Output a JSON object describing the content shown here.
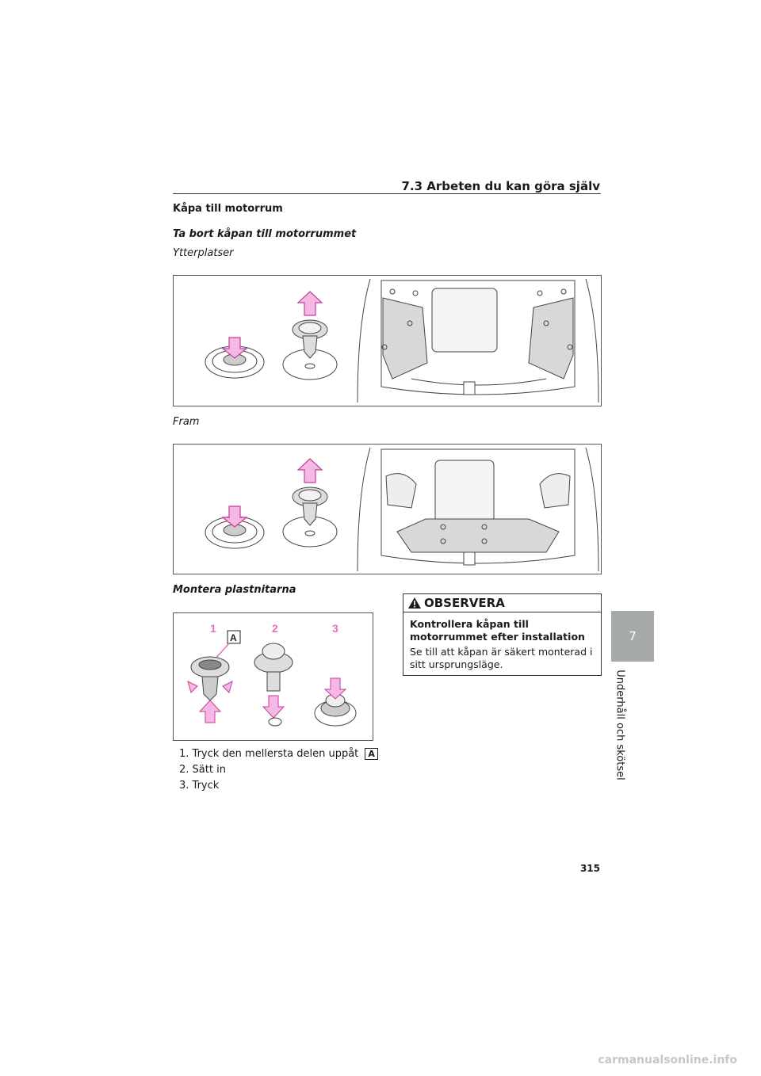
{
  "header": {
    "section_title": "7.3  Arbeten du kan göra själv"
  },
  "content": {
    "section_heading": "Kåpa till motorrum",
    "subheading": "Ta bort kåpan till motorrummet",
    "label_outer": "Ytterplatser",
    "label_front": "Fram",
    "install_heading": "Montera plastnitarna",
    "figure_steps_labels": [
      "1",
      "2",
      "3"
    ],
    "figure_callout": "A",
    "steps": [
      {
        "text": "1. Tryck den mellersta delen uppåt",
        "callout": "A"
      },
      {
        "text": "2. Sätt in"
      },
      {
        "text": "3. Tryck"
      }
    ]
  },
  "notice": {
    "heading": "OBSERVERA",
    "title": "Kontrollera kåpan till motorrummet efter installation",
    "body": "Se till att kåpan är säkert monterad i sitt ursprungsläge."
  },
  "sidebar": {
    "chapter_number": "7",
    "chapter_name": "Underhåll och skötsel"
  },
  "footer": {
    "page_number": "315",
    "watermark": "carmanualsonline.info"
  },
  "colors": {
    "arrow": "#f5b8e4",
    "arrow_stroke": "#c0409a",
    "step_number": "#e070c0",
    "tab": "#a7aaab"
  }
}
